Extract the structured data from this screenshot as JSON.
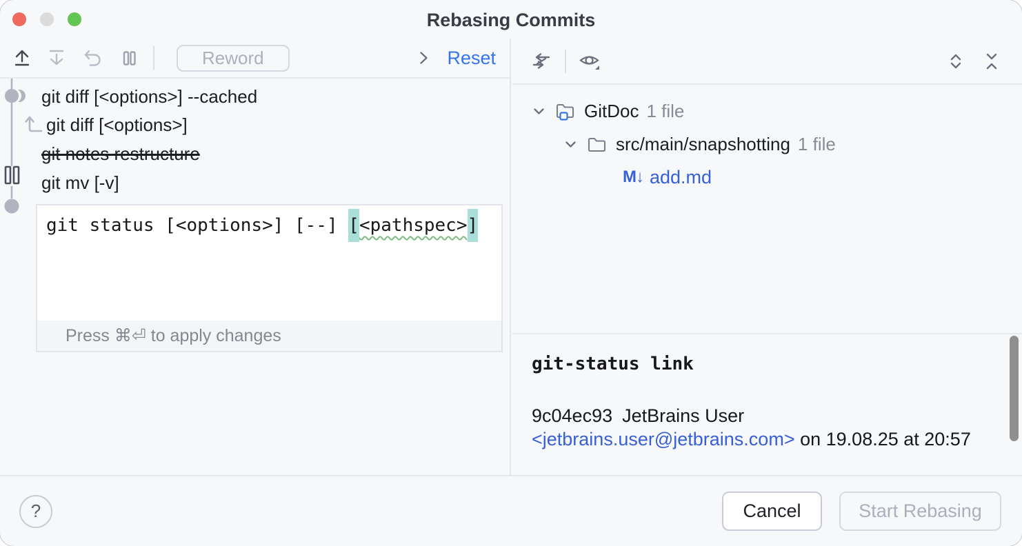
{
  "window": {
    "title": "Rebasing Commits"
  },
  "toolbar": {
    "reword_label": "Reword",
    "reset_label": "Reset"
  },
  "commits": [
    {
      "label": "git diff [<options>] --cached",
      "gutter": "combined-commit-dot",
      "state": "picked"
    },
    {
      "label": "git diff [<options>]",
      "gutter": "squash-arrow",
      "state": "squashed-into-previous"
    },
    {
      "label": "git notes restructure",
      "gutter": "none",
      "state": "dropped"
    },
    {
      "label": "git mv [-v]",
      "gutter": "pause-icon",
      "state": "stop-to-edit"
    }
  ],
  "editor": {
    "text_before": "git status [<options>] [--] ",
    "bracket_open": "[",
    "token": "<pathspec>",
    "bracket_close": "]",
    "hint": "Press ⌘⏎ to apply changes"
  },
  "tree": {
    "root": {
      "name": "GitDoc",
      "count": "1 file"
    },
    "dir": {
      "name": "src/main/snapshotting",
      "count": "1 file"
    },
    "file": {
      "badge": "M↓",
      "name": "add.md"
    }
  },
  "details": {
    "subject": "git-status link",
    "hash": "9c04ec93",
    "author": "JetBrains User",
    "email": "<jetbrains.user@jetbrains.com>",
    "date_text": "on 19.08.25 at 20:57"
  },
  "footer": {
    "help_label": "?",
    "cancel_label": "Cancel",
    "start_label": "Start Rebasing"
  },
  "icons": [
    "move-commit-up-icon",
    "move-commit-down-icon",
    "undo-icon",
    "pause-icon",
    "chevron-right-icon",
    "swap-sides-icon",
    "eye-preview-icon",
    "expand-all-icon",
    "collapse-all-icon",
    "folder-project-icon",
    "folder-icon",
    "markdown-file-icon",
    "help-icon"
  ],
  "colors": {
    "accent_blue": "#3574F0",
    "link_blue": "#3760D6",
    "bracket_match_highlight": "#A9DED9",
    "typo_squiggle_green": "#7DBD7F",
    "traffic_red": "#EE6A5F",
    "traffic_green": "#62C554",
    "panel_background": "#F7F8FA"
  }
}
